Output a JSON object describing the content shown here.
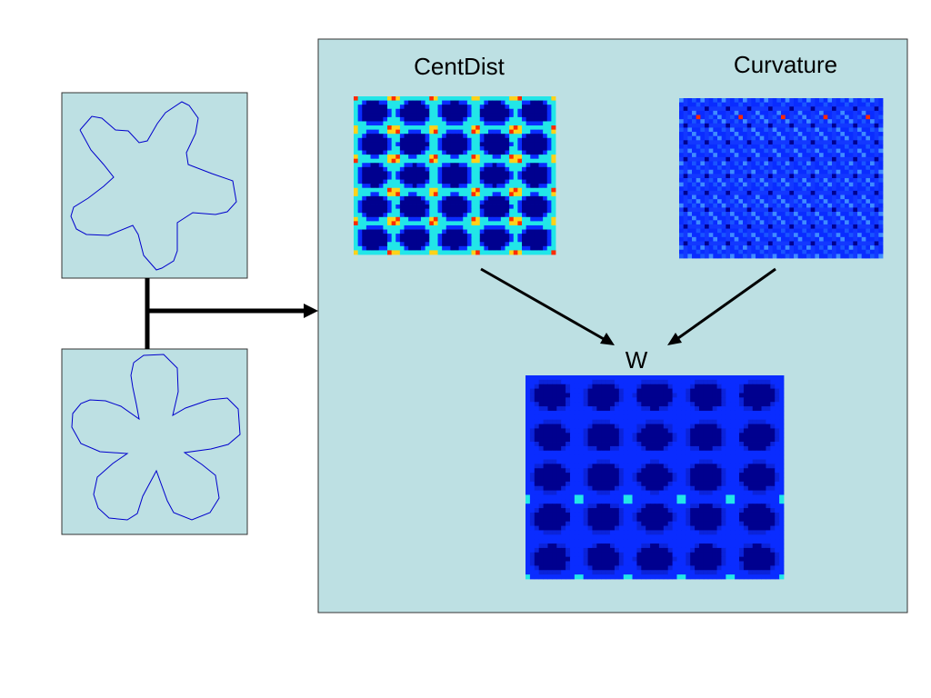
{
  "labels": {
    "centdist": "CentDist",
    "curvature": "Curvature",
    "w": "W"
  },
  "colors": {
    "panel_fill": "#bde0e3",
    "panel_stroke": "#333333",
    "shape_stroke": "#0000cc",
    "arrow": "#000000",
    "heat_dark": "#00008f",
    "heat_mid": "#0a2cff",
    "heat_cyan": "#22e6e8",
    "heat_yellow": "#ffd21a",
    "heat_red": "#ff2a00"
  },
  "icons": {
    "star_shape": "five-lobed-star-contour",
    "flower_shape": "five-petal-flower-contour"
  }
}
